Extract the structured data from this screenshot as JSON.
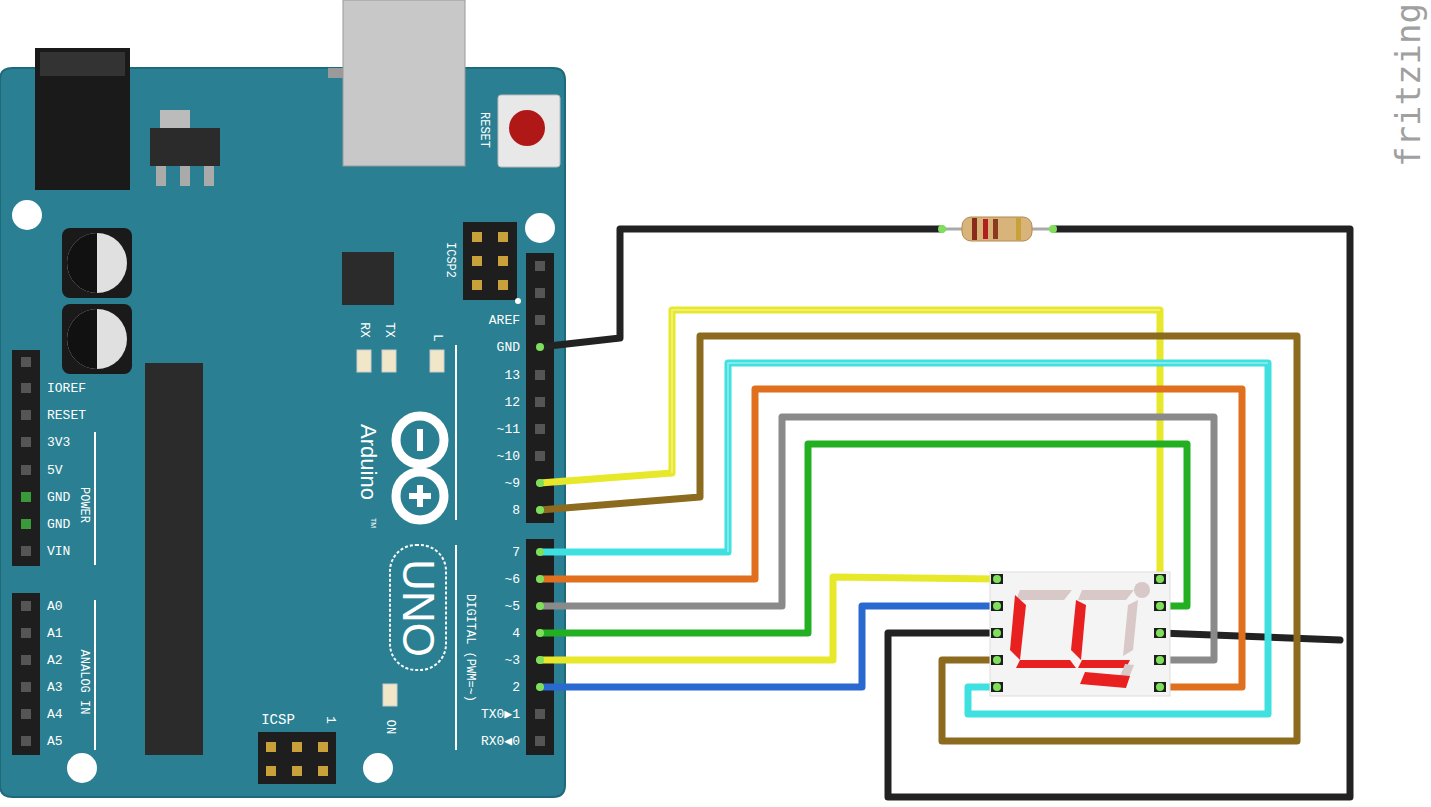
{
  "diagram": {
    "labels": [
      "fritzing",
      "RESET",
      "ICSP2",
      "RX",
      "TX",
      "L",
      "AREF",
      "GND",
      "13",
      "12",
      "~11",
      "~10",
      "~9",
      "8",
      "Arduino",
      "TM",
      "UNO",
      "DIGITAL (PWM=~)",
      "7",
      "~6",
      "~5",
      "4",
      "~3",
      "2",
      "TX0▶1",
      "RX0◀0",
      "IOREF",
      "RESET",
      "3V3",
      "5V",
      "GND",
      "GND",
      "VIN",
      "POWER",
      "A0",
      "A1",
      "A2",
      "A3",
      "A4",
      "A5",
      "ANALOG IN",
      "ICSP",
      "1",
      "ON"
    ]
  }
}
